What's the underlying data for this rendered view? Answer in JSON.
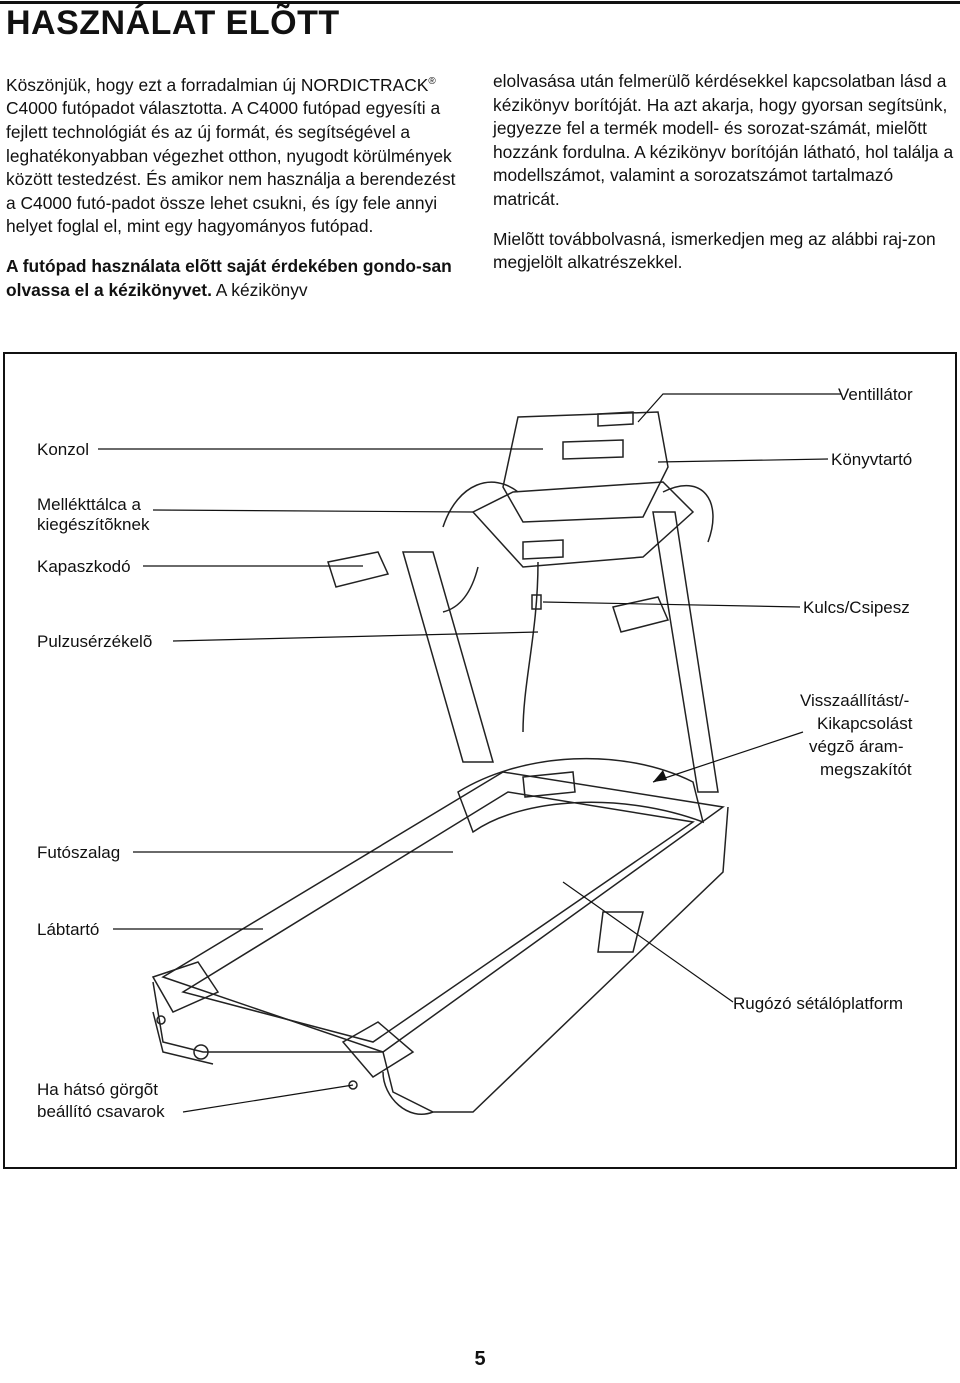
{
  "header": {
    "title": "HASZNÁLAT ELÕTT"
  },
  "left_column": {
    "p1_a": "Köszönjük, hogy ezt a forradalmian új NORDICTRACK",
    "p1_reg": "®",
    "p1_b": " C4000 futópadot választotta. A C4000 futópad egyesíti a fejlett technológiát és az új formát, és segítségével a leghatékonyabban végezhet otthon, nyugodt körülmények között testedzést. És amikor nem használja a berendezést a C4000 futó-padot össze lehet csukni, és így fele annyi helyet foglal el, mint egy hagyományos futópad.",
    "p2_bold": "A futópad használata elõtt saját érdekében gondo-san olvassa el a kézikönyvet.",
    "p2_rest": " A kézikönyv"
  },
  "right_column": {
    "p1": "elolvasása után felmerülõ kérdésekkel kapcsolatban lásd a kézikönyv borítóját. Ha azt akarja, hogy gyorsan segítsünk, jegyezze fel a termék modell- és sorozat-számát, mielõtt hozzánk fordulna. A kézikönyv borítóján látható, hol találja a modellszámot, valamint a sorozatszámot tartalmazó matricát.",
    "p2": "Mielõtt továbbolvasná, ismerkedjen meg az alábbi raj-zon megjelölt alkatrészekkel."
  },
  "diagram": {
    "labels": {
      "ventillator": "Ventillátor",
      "konzol": "Konzol",
      "konyvtarto": "Könyvtartó",
      "mellekttalca_1": "Mellékttálca a",
      "mellekttalca_2": "kiegészítõknek",
      "kapaszkodo": "Kapaszkodó",
      "kulcs": "Kulcs/Csipesz",
      "pulzus": "Pulzusérzékelõ",
      "visszaallitast_1": "Visszaállítást/-",
      "visszaallitast_2": "Kikapcsolást",
      "visszaallitast_3": "végzõ áram-",
      "visszaallitast_4": "megszakítót",
      "futoszalag": "Futószalag",
      "labtarto": "Lábtartó",
      "rugozo": "Rugózó sétálóplatform",
      "hatso_1": "Ha hátsó görgõt",
      "hatso_2": "beállító csavarok"
    }
  },
  "footer": {
    "page_number": "5"
  }
}
